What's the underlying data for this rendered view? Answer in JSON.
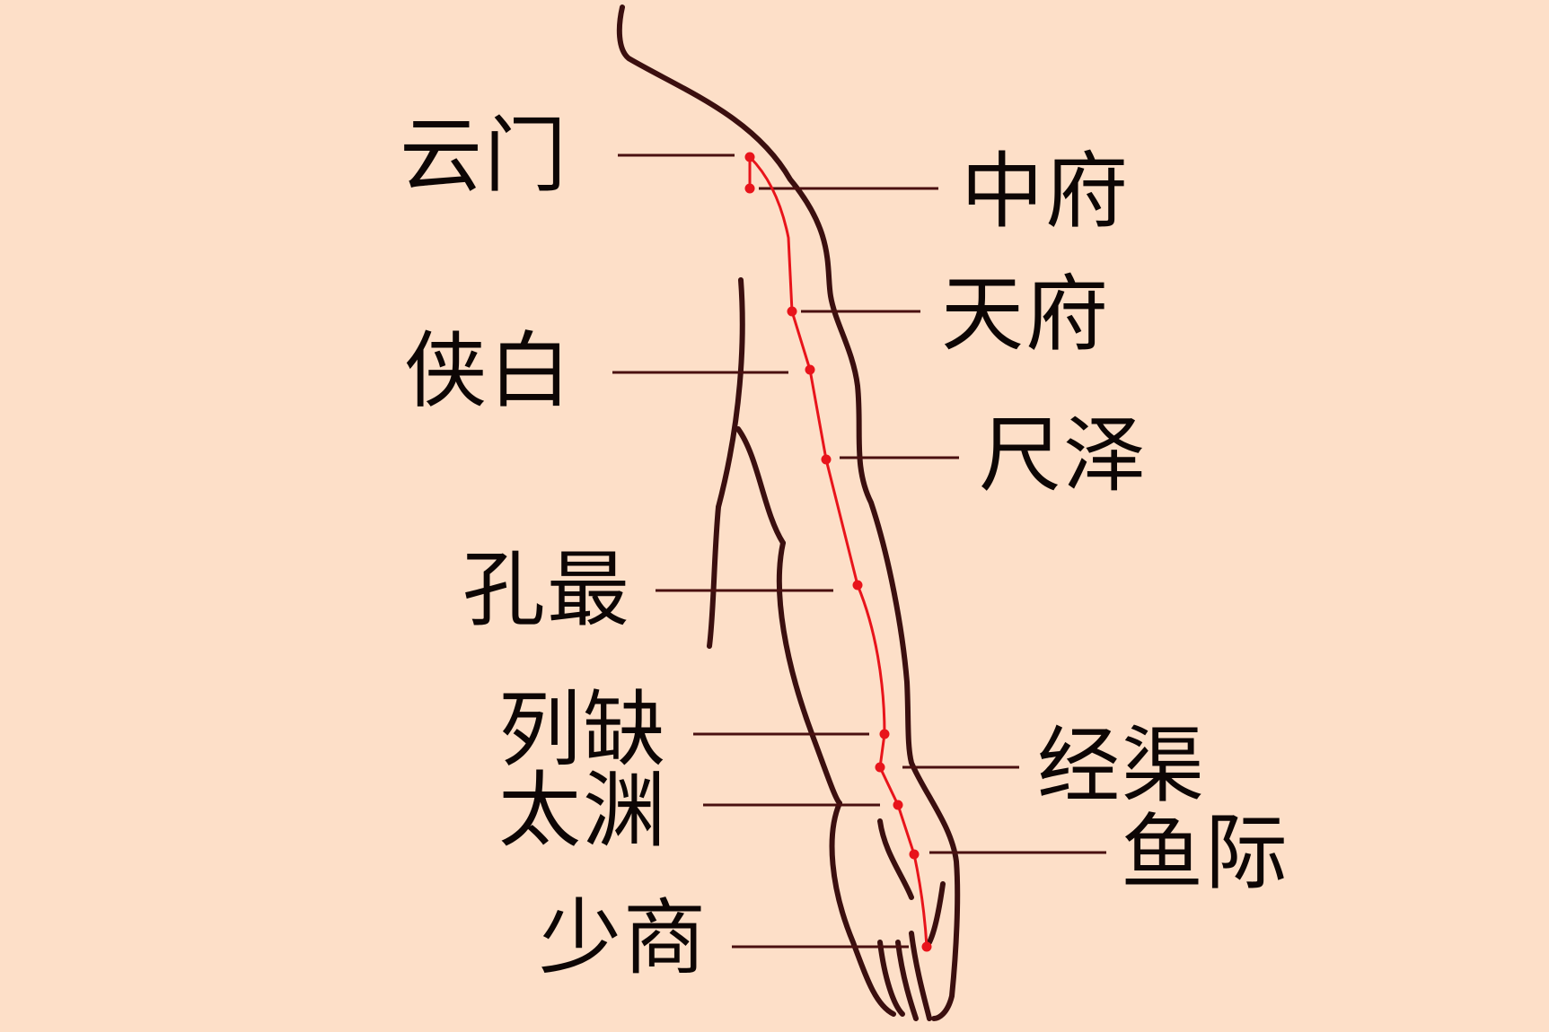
{
  "colors": {
    "background": "#FDDFC8",
    "outline": "#3B0F0F",
    "meridian": "#E8141B",
    "leader": "#4A1010",
    "text": "#0D0605"
  },
  "acupoints": [
    {
      "id": "yunmen",
      "label": "云门"
    },
    {
      "id": "zhongfu",
      "label": "中府"
    },
    {
      "id": "tianfu",
      "label": "天府"
    },
    {
      "id": "xiabai",
      "label": "侠白"
    },
    {
      "id": "chize",
      "label": "尺泽"
    },
    {
      "id": "kongzui",
      "label": "孔最"
    },
    {
      "id": "lieque",
      "label": "列缺"
    },
    {
      "id": "jingqu",
      "label": "经渠"
    },
    {
      "id": "taiyuan",
      "label": "太渊"
    },
    {
      "id": "yuji",
      "label": "鱼际"
    },
    {
      "id": "shaoshang",
      "label": "少商"
    }
  ]
}
